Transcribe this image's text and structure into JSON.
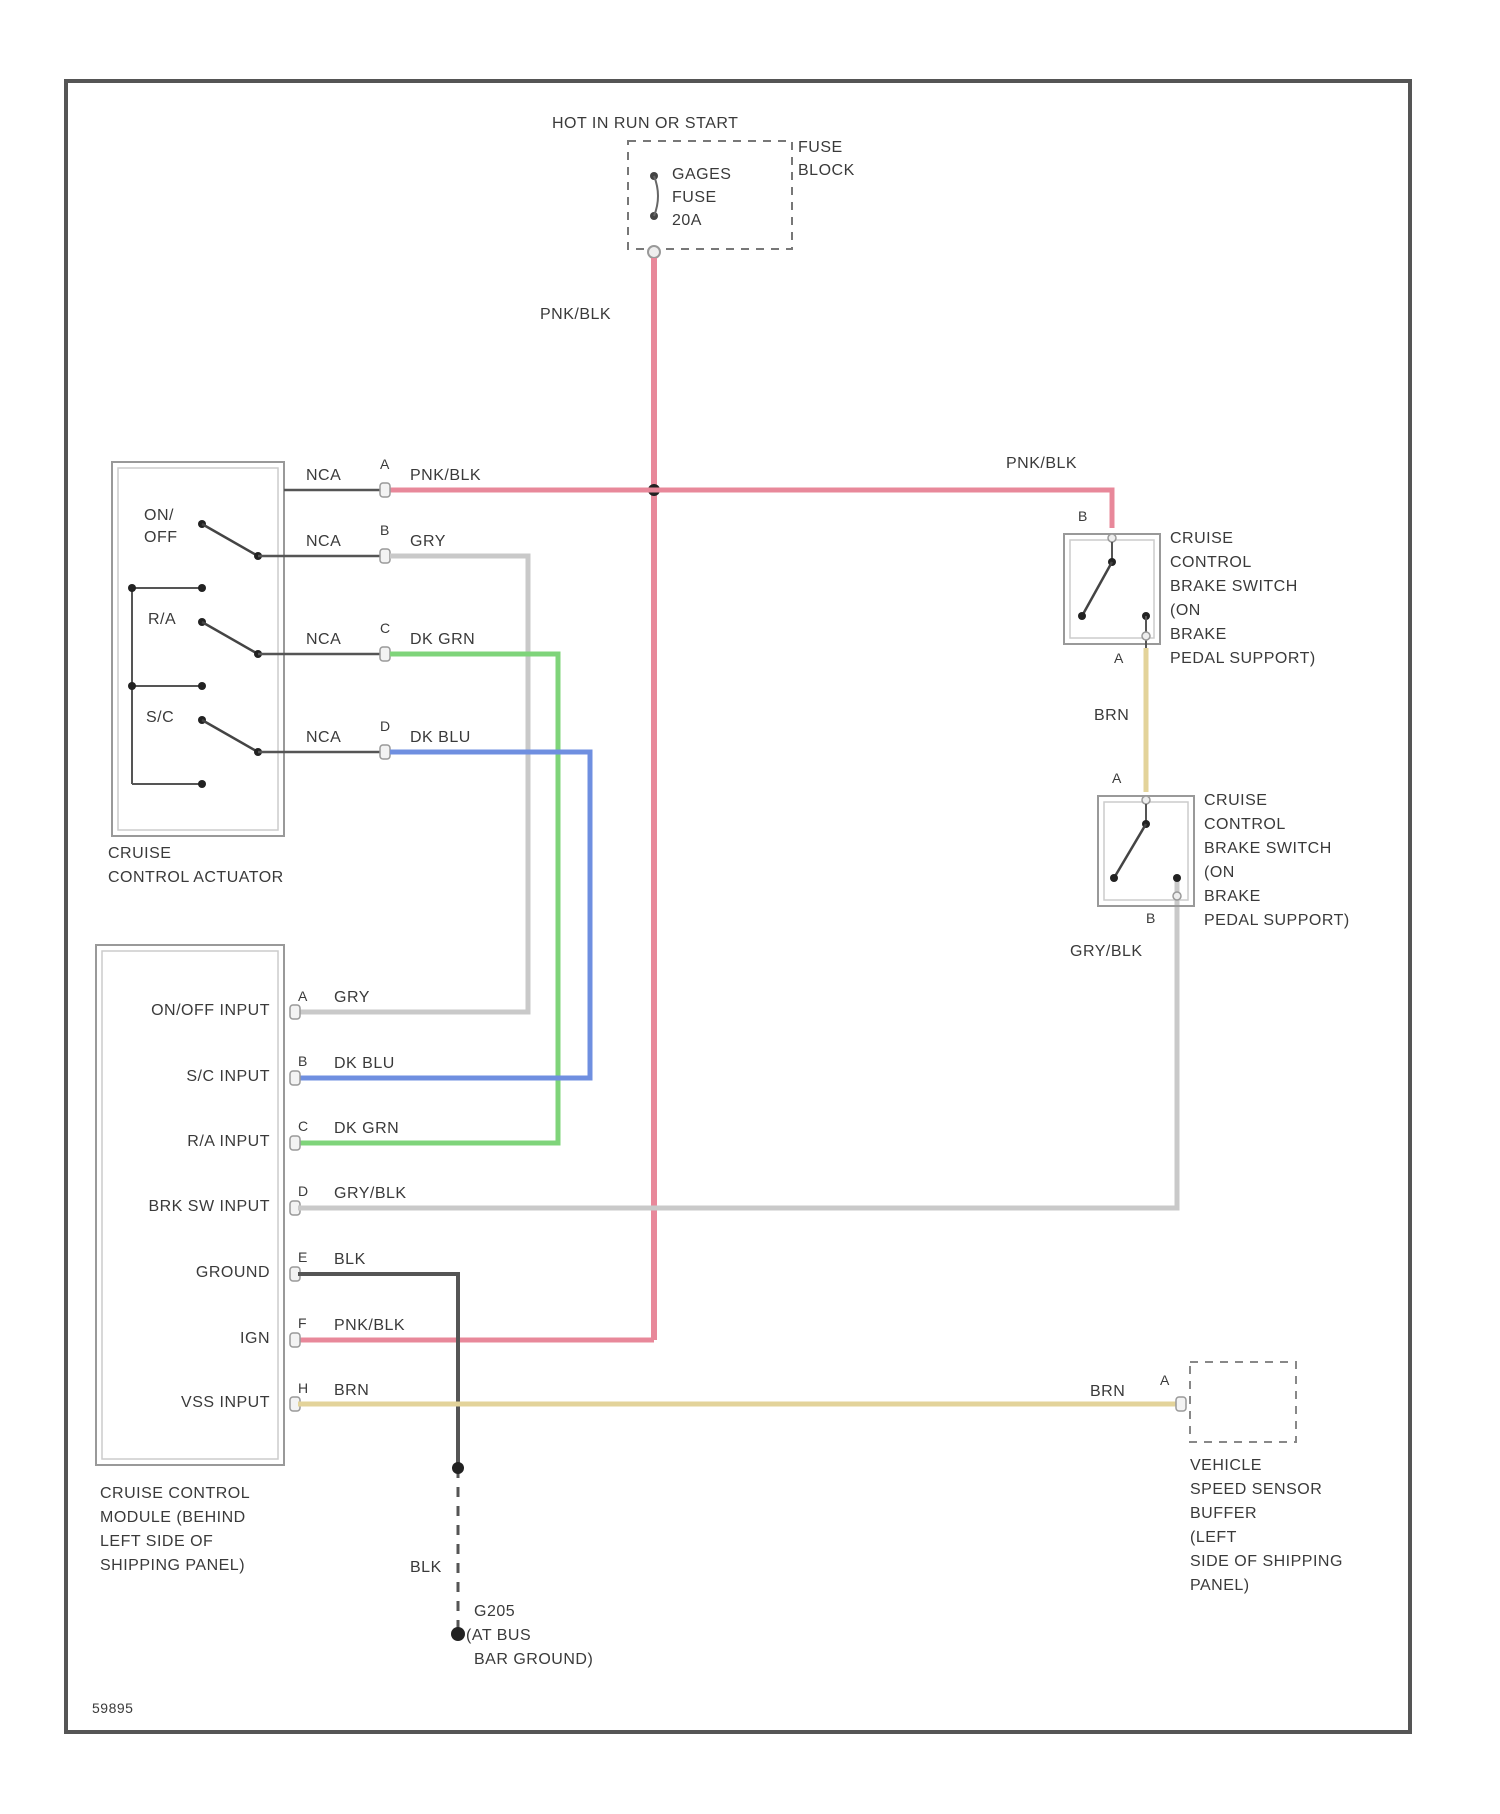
{
  "colors": {
    "pink": "#e8889a",
    "gray": "#c9c9c9",
    "green": "#7fd47a",
    "blue": "#6f8fe0",
    "yellow": "#e3d39a",
    "black": "#555555",
    "frame": "#555555"
  },
  "power": {
    "header": "HOT IN RUN OR START",
    "fuse_line1": "GAGES",
    "fuse_line2": "FUSE",
    "fuse_line3": "20A",
    "block_line1": "FUSE",
    "block_line2": "BLOCK"
  },
  "wires": {
    "pnk_blk": "PNK/BLK",
    "gry": "GRY",
    "dk_grn": "DK GRN",
    "dk_blu": "DK BLU",
    "gry_blk": "GRY/BLK",
    "blk": "BLK",
    "brn": "BRN",
    "nca": "NCA"
  },
  "actuator": {
    "on_label": "ON/",
    "off_label": "OFF",
    "ra_label": "R/A",
    "sc_label": "S/C",
    "caption_line1": "CRUISE",
    "caption_line2": "CONTROL ACTUATOR",
    "pins": [
      "A",
      "B",
      "C",
      "D"
    ]
  },
  "module": {
    "inputs": [
      "ON/OFF INPUT",
      "S/C INPUT",
      "R/A INPUT",
      "BRK SW INPUT",
      "GROUND",
      "IGN",
      "VSS INPUT"
    ],
    "pins": [
      "A",
      "B",
      "C",
      "D",
      "E",
      "F",
      "H"
    ],
    "caption_line1": "CRUISE CONTROL",
    "caption_line2": "MODULE (BEHIND",
    "caption_line3": "LEFT SIDE OF",
    "caption_line4": "SHIPPING PANEL)"
  },
  "brake_switch": {
    "line1": "CRUISE",
    "line2": "CONTROL",
    "line3": "BRAKE SWITCH",
    "line4": "(ON",
    "line5": "BRAKE",
    "line6": "PEDAL SUPPORT)"
  },
  "brake_pins": {
    "upper_top": "B",
    "upper_bottom": "A",
    "lower_top": "A",
    "lower_bottom": "B"
  },
  "vss": {
    "line1": "VEHICLE",
    "line2": "SPEED SENSOR",
    "line3": "BUFFER",
    "line4": "(LEFT",
    "line5": "SIDE OF SHIPPING",
    "line6": "PANEL)",
    "pin": "A"
  },
  "ground": {
    "line1": "G205",
    "line2": "(AT BUS",
    "line3": "BAR GROUND)"
  },
  "figure_id": "59895"
}
